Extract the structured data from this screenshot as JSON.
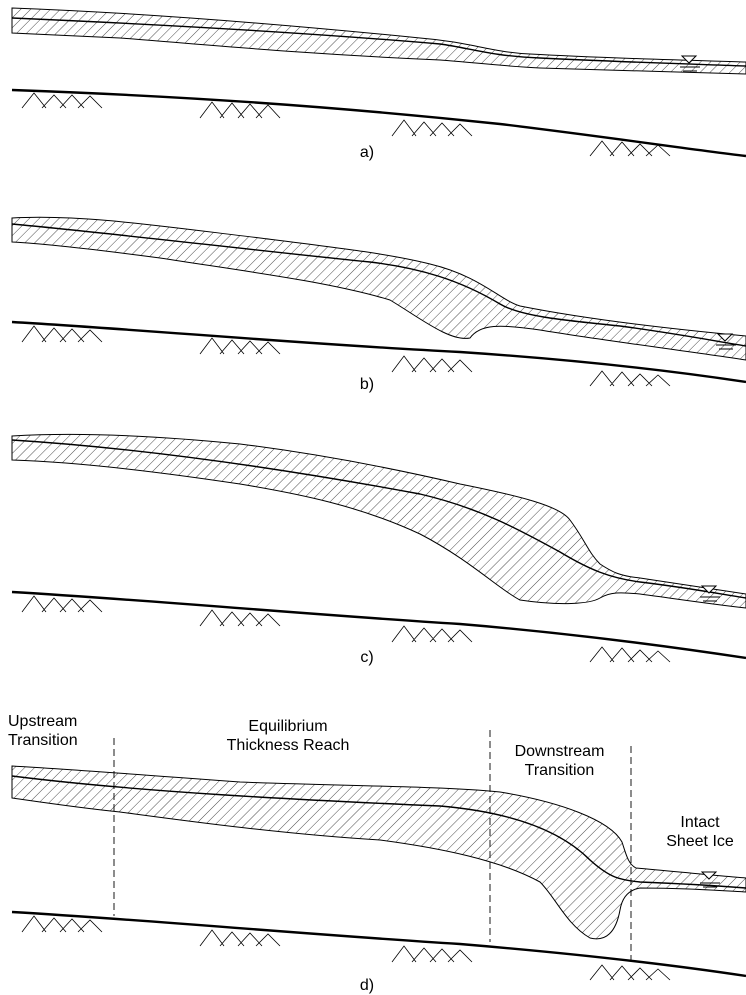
{
  "panels": [
    {
      "label": "a)"
    },
    {
      "label": "b)"
    },
    {
      "label": "c)"
    },
    {
      "label": "d)"
    }
  ],
  "zones": {
    "upstream": "Upstream\nTransition",
    "equilibrium": "Equilibrium\nThickness Reach",
    "downstream": "Downstream\nTransition",
    "intact": "Intact\nSheet Ice"
  }
}
